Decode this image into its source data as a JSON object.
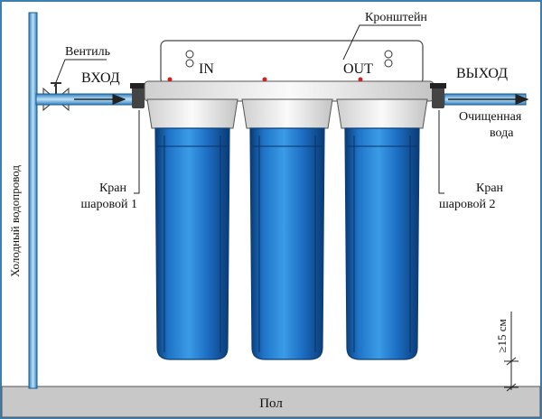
{
  "labels": {
    "valve": "Вентиль",
    "inlet": "ВХОД",
    "outlet": "ВЫХОД",
    "bracket": "Кронштейн",
    "in_mark": "IN",
    "out_mark": "OUT",
    "purified_water_line1": "Очищенная",
    "purified_water_line2": "вода",
    "ball_valve_1_line1": "Кран",
    "ball_valve_1_line2": "шаровой 1",
    "ball_valve_2_line1": "Кран",
    "ball_valve_2_line2": "шаровой 2",
    "cold_water_pipe": "Холодный водопровод",
    "clearance": "≥15 см",
    "floor": "Пол"
  },
  "colors": {
    "frame_border": "#3a7fb0",
    "wall_background": "#ffffff",
    "pipe_blue": "#5aa8e0",
    "pipe_light": "#c9e6f7",
    "housing_blue": "#1f7ad0",
    "housing_dark": "#0c3f7a",
    "cap_white": "#f2f2f2",
    "floor_gray": "#c8c8c8",
    "fitting_red": "#cc2222"
  },
  "filter_count": 3
}
